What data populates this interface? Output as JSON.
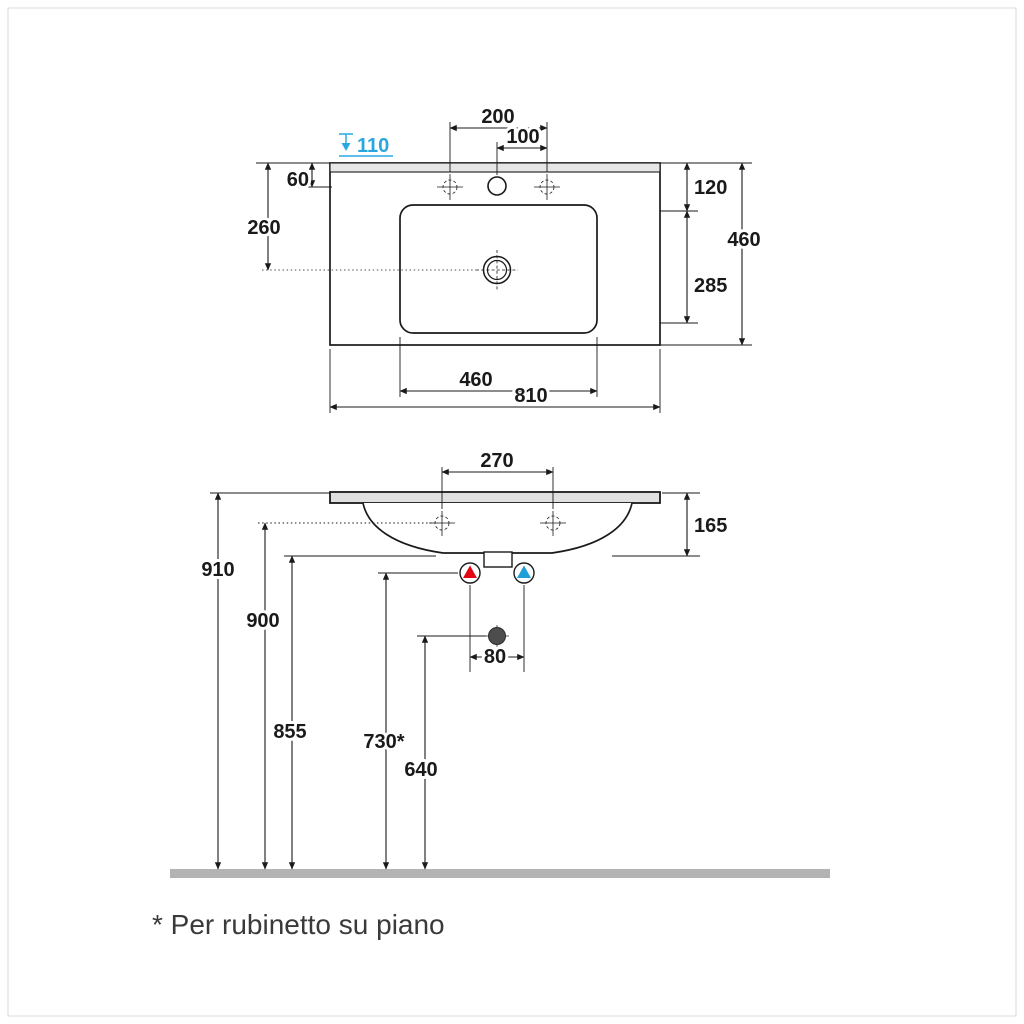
{
  "note": "* Per rubinetto su piano",
  "colors": {
    "line": "#1a1a1a",
    "accent_blue": "#29a8e0",
    "hot_red": "#e30613",
    "cold_blue": "#1f9fd8",
    "floor_gray": "#b3b3b3",
    "rim_gray": "#e6e6e6"
  },
  "top_view": {
    "d200": "200",
    "d100": "100",
    "d110": "110",
    "d60": "60",
    "d260": "260",
    "d120": "120",
    "d285": "285",
    "d460_depth": "460",
    "d460_basin": "460",
    "d810": "810"
  },
  "front_view": {
    "d270": "270",
    "d165": "165",
    "d910": "910",
    "d900": "900",
    "d855": "855",
    "d730": "730*",
    "d640": "640",
    "d80": "80"
  }
}
